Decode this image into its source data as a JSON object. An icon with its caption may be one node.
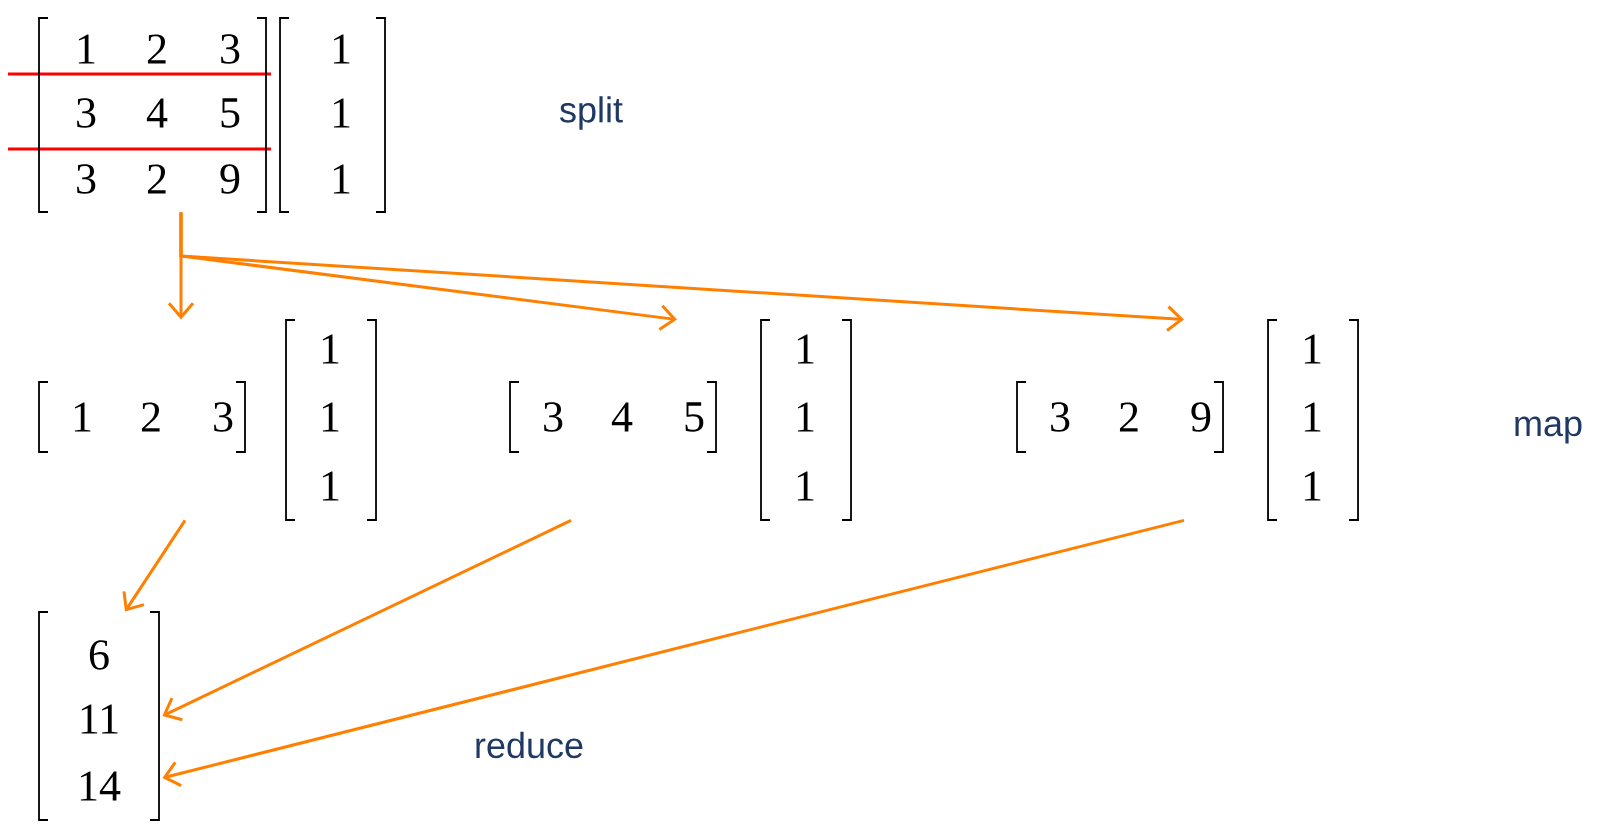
{
  "diagram": {
    "nodes": [
      {
        "text": [
          "1",
          "2",
          "3",
          "3",
          "4",
          "5",
          "3",
          "2",
          "9",
          "1",
          "1",
          "1"
        ]
      },
      {
        "text": [
          "1",
          "2",
          "3",
          "1",
          "1",
          "1"
        ]
      },
      {
        "text": [
          "3",
          "4",
          "5",
          "1",
          "1",
          "1"
        ]
      },
      {
        "text": [
          "3",
          "2",
          "9",
          "1",
          "1",
          "1"
        ]
      },
      {
        "text": [
          "6",
          "11",
          "14"
        ]
      }
    ],
    "edges": [
      {
        "from": 0,
        "to": 1,
        "arrow": "to"
      },
      {
        "from": 0,
        "to": 2,
        "arrow": "to"
      },
      {
        "from": 0,
        "to": 3,
        "arrow": "to"
      },
      {
        "from": 1,
        "to": 4,
        "arrow": "to"
      },
      {
        "from": 2,
        "to": 4,
        "arrow": "to"
      },
      {
        "from": 3,
        "to": 4,
        "arrow": "to"
      }
    ],
    "labels": [
      "split",
      "map",
      "reduce"
    ]
  }
}
